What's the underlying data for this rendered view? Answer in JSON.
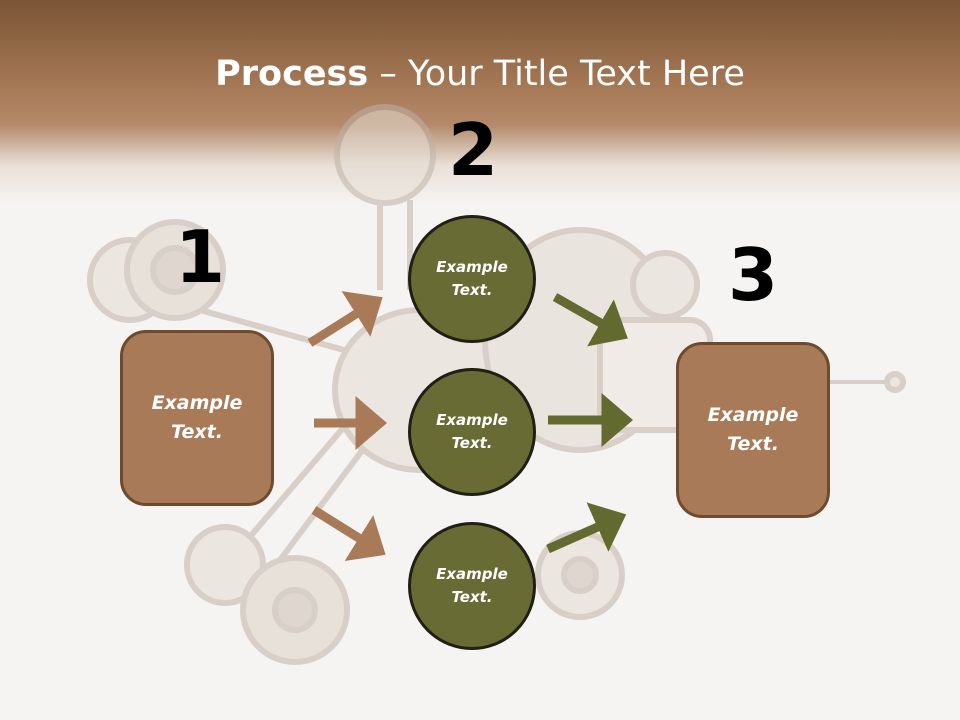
{
  "slide": {
    "title_bold": "Process",
    "title_rest": " – Your Title Text Here",
    "steps": [
      {
        "number": "1",
        "label": "Example Text."
      },
      {
        "number": "2"
      },
      {
        "number": "3",
        "label": "Example Text."
      }
    ],
    "circles": [
      {
        "label": "Example Text."
      },
      {
        "label": "Example Text."
      },
      {
        "label": "Example Text."
      }
    ]
  },
  "colors": {
    "header_brown": "#7a5535",
    "box_fill": "#a87a57",
    "box_border": "#6e4a2e",
    "circle_fill": "#686b34",
    "circle_border": "#1f1f14",
    "left_arrow": "#a87a57",
    "right_arrow": "#636a30"
  }
}
